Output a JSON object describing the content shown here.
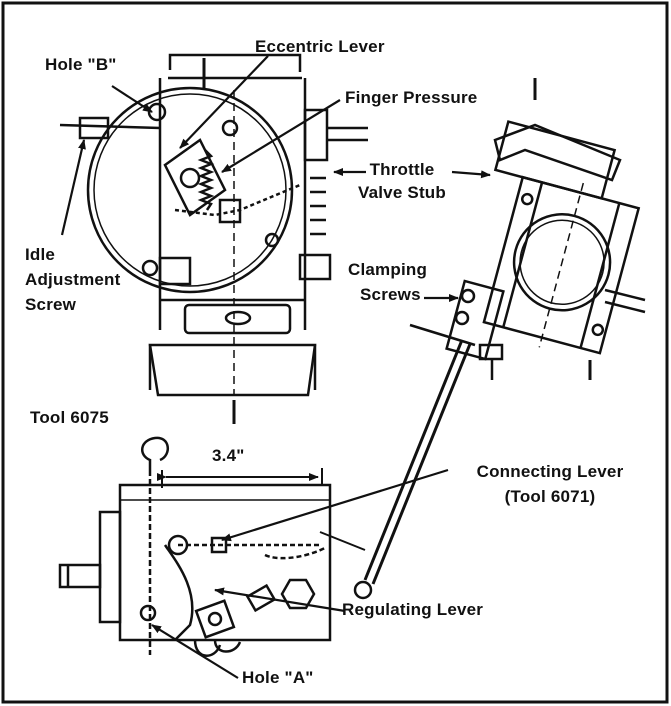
{
  "labels": {
    "hole_b": "Hole \"B\"",
    "eccentric_lever": "Eccentric Lever",
    "finger_pressure": "Finger Pressure",
    "throttle_line1": "Throttle",
    "throttle_line2": "Valve Stub",
    "idle_line1": "Idle",
    "idle_line2": "Adjustment",
    "idle_line3": "Screw",
    "clamping_line1": "Clamping",
    "clamping_line2": "Screws",
    "tool_6075": "Tool 6075",
    "dimension": "3.4\"",
    "connecting_line1": "Connecting Lever",
    "connecting_line2": "(Tool 6071)",
    "regulating_lever": "Regulating Lever",
    "hole_a": "Hole \"A\""
  },
  "colors": {
    "ink": "#111111",
    "paper": "#ffffff"
  }
}
